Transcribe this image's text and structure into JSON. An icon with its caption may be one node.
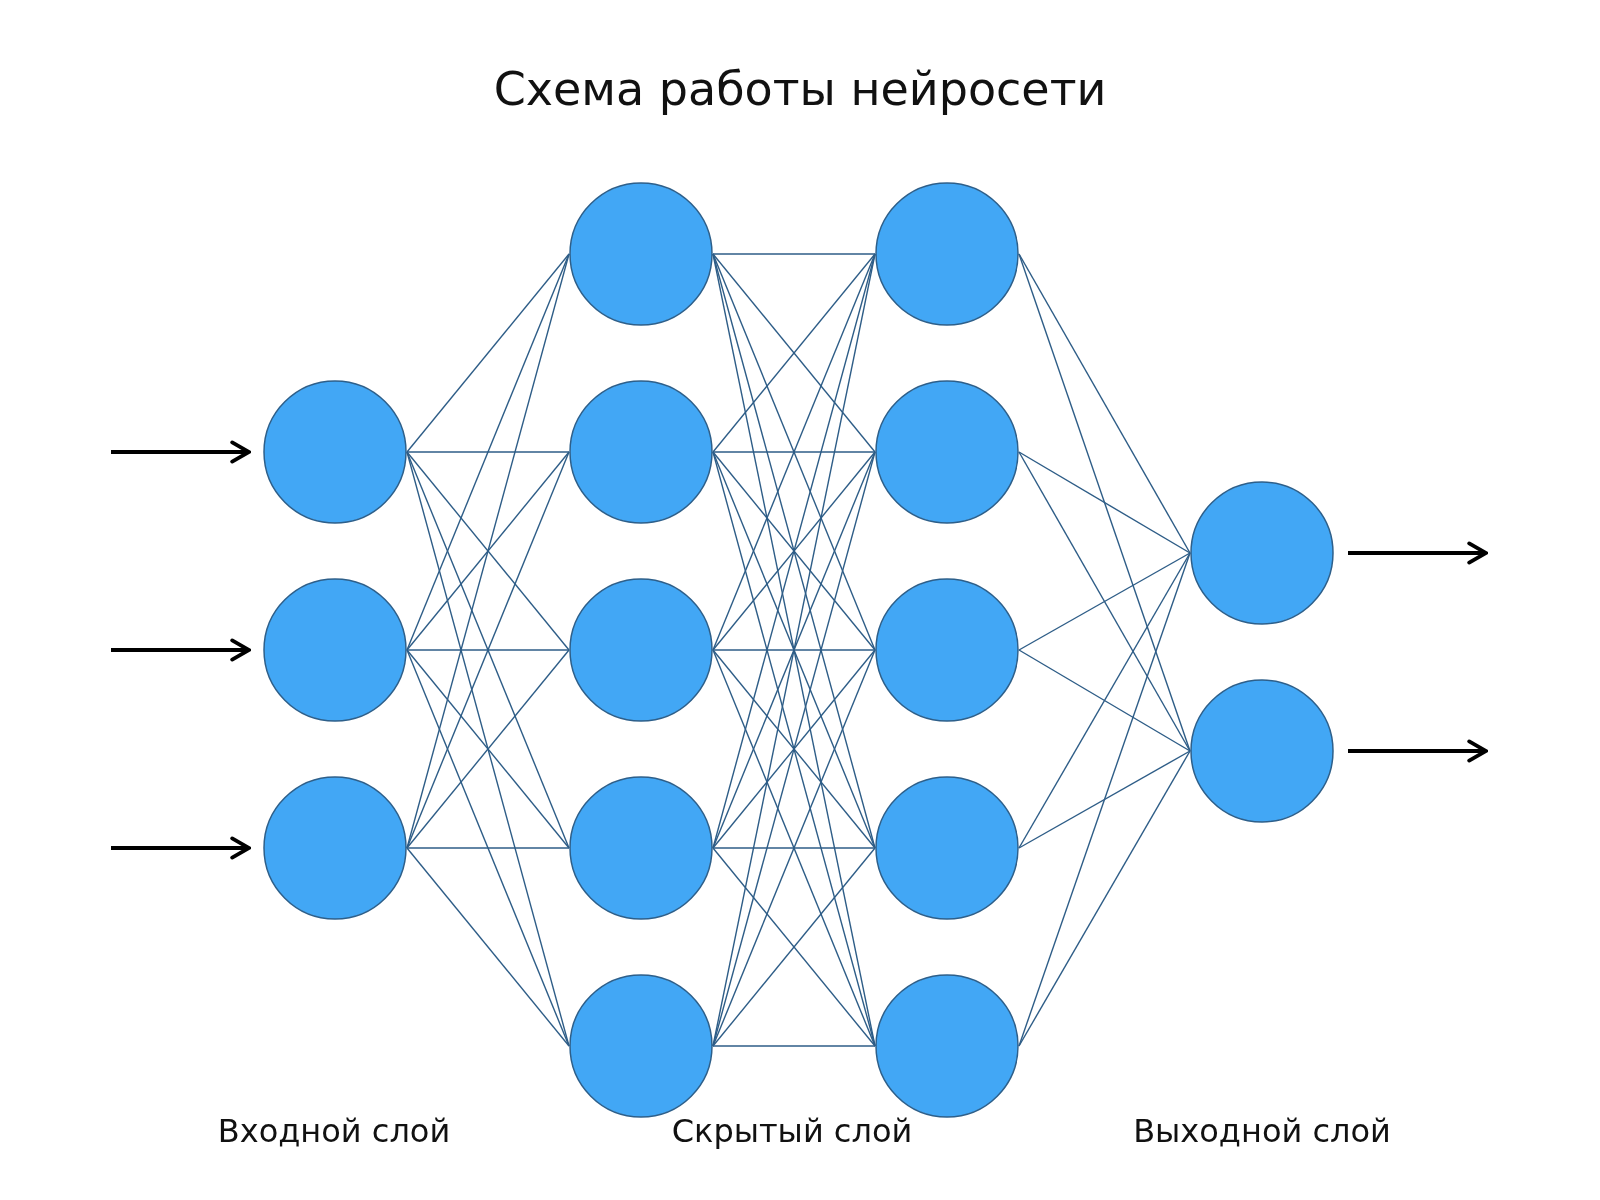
{
  "diagram": {
    "title": "Схема работы нейросети",
    "nodes": [
      {
        "text": [],
        "shape": "circle"
      },
      {
        "text": [],
        "shape": "circle"
      },
      {
        "text": [],
        "shape": "circle"
      },
      {
        "text": [],
        "shape": "circle"
      },
      {
        "text": [],
        "shape": "circle"
      },
      {
        "text": [],
        "shape": "circle"
      },
      {
        "text": [],
        "shape": "circle"
      },
      {
        "text": [],
        "shape": "circle"
      },
      {
        "text": [],
        "shape": "circle"
      },
      {
        "text": [],
        "shape": "circle"
      },
      {
        "text": [],
        "shape": "circle"
      },
      {
        "text": [],
        "shape": "circle"
      },
      {
        "text": [],
        "shape": "circle"
      },
      {
        "text": [],
        "shape": "circle"
      },
      {
        "text": [],
        "shape": "circle"
      }
    ],
    "edges": [
      {
        "from": null,
        "to": 0,
        "arrow": "to",
        "style": "thick",
        "color": "#000000"
      },
      {
        "from": null,
        "to": 1,
        "arrow": "to",
        "style": "thick",
        "color": "#000000"
      },
      {
        "from": null,
        "to": 2,
        "arrow": "to",
        "style": "thick",
        "color": "#000000"
      },
      {
        "from": 0,
        "to": 3,
        "arrow": "none"
      },
      {
        "from": 0,
        "to": 4,
        "arrow": "none"
      },
      {
        "from": 0,
        "to": 5,
        "arrow": "none"
      },
      {
        "from": 0,
        "to": 6,
        "arrow": "none"
      },
      {
        "from": 0,
        "to": 7,
        "arrow": "none"
      },
      {
        "from": 1,
        "to": 3,
        "arrow": "none"
      },
      {
        "from": 1,
        "to": 4,
        "arrow": "none"
      },
      {
        "from": 1,
        "to": 5,
        "arrow": "none"
      },
      {
        "from": 1,
        "to": 6,
        "arrow": "none"
      },
      {
        "from": 1,
        "to": 7,
        "arrow": "none"
      },
      {
        "from": 2,
        "to": 3,
        "arrow": "none"
      },
      {
        "from": 2,
        "to": 4,
        "arrow": "none"
      },
      {
        "from": 2,
        "to": 5,
        "arrow": "none"
      },
      {
        "from": 2,
        "to": 6,
        "arrow": "none"
      },
      {
        "from": 2,
        "to": 7,
        "arrow": "none"
      },
      {
        "from": 3,
        "to": 8,
        "arrow": "none"
      },
      {
        "from": 3,
        "to": 9,
        "arrow": "none"
      },
      {
        "from": 3,
        "to": 10,
        "arrow": "none"
      },
      {
        "from": 3,
        "to": 11,
        "arrow": "none"
      },
      {
        "from": 3,
        "to": 12,
        "arrow": "none"
      },
      {
        "from": 4,
        "to": 8,
        "arrow": "none"
      },
      {
        "from": 4,
        "to": 9,
        "arrow": "none"
      },
      {
        "from": 4,
        "to": 10,
        "arrow": "none"
      },
      {
        "from": 4,
        "to": 11,
        "arrow": "none"
      },
      {
        "from": 4,
        "to": 12,
        "arrow": "none"
      },
      {
        "from": 5,
        "to": 8,
        "arrow": "none"
      },
      {
        "from": 5,
        "to": 9,
        "arrow": "none"
      },
      {
        "from": 5,
        "to": 10,
        "arrow": "none"
      },
      {
        "from": 5,
        "to": 11,
        "arrow": "none"
      },
      {
        "from": 5,
        "to": 12,
        "arrow": "none"
      },
      {
        "from": 6,
        "to": 8,
        "arrow": "none"
      },
      {
        "from": 6,
        "to": 9,
        "arrow": "none"
      },
      {
        "from": 6,
        "to": 10,
        "arrow": "none"
      },
      {
        "from": 6,
        "to": 11,
        "arrow": "none"
      },
      {
        "from": 6,
        "to": 12,
        "arrow": "none"
      },
      {
        "from": 7,
        "to": 8,
        "arrow": "none"
      },
      {
        "from": 7,
        "to": 9,
        "arrow": "none"
      },
      {
        "from": 7,
        "to": 10,
        "arrow": "none"
      },
      {
        "from": 7,
        "to": 11,
        "arrow": "none"
      },
      {
        "from": 7,
        "to": 12,
        "arrow": "none"
      },
      {
        "from": 8,
        "to": 13,
        "arrow": "none"
      },
      {
        "from": 8,
        "to": 14,
        "arrow": "none"
      },
      {
        "from": 9,
        "to": 13,
        "arrow": "none"
      },
      {
        "from": 9,
        "to": 14,
        "arrow": "none"
      },
      {
        "from": 10,
        "to": 13,
        "arrow": "none"
      },
      {
        "from": 10,
        "to": 14,
        "arrow": "none"
      },
      {
        "from": 11,
        "to": 13,
        "arrow": "none"
      },
      {
        "from": 11,
        "to": 14,
        "arrow": "none"
      },
      {
        "from": 12,
        "to": 13,
        "arrow": "none"
      },
      {
        "from": 12,
        "to": 14,
        "arrow": "none"
      },
      {
        "from": 13,
        "to": null,
        "arrow": "to",
        "style": "thick",
        "color": "#000000"
      },
      {
        "from": 14,
        "to": null,
        "arrow": "to",
        "style": "thick",
        "color": "#000000"
      }
    ],
    "labels": [
      "Входной слой",
      "Скрытый слой",
      "Выходной слой"
    ]
  }
}
